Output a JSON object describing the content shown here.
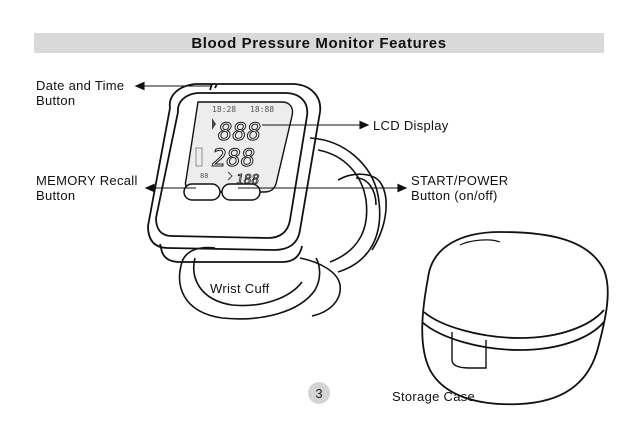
{
  "title": "Blood Pressure Monitor Features",
  "labels": {
    "date_time_line1": "Date and Time",
    "date_time_line2": "Button",
    "lcd": "LCD Display",
    "memory_line1": "MEMORY Recall",
    "memory_line2": "Button",
    "start_line1": "START/POWER",
    "start_line2": "Button (on/off)",
    "wrist_cuff": "Wrist Cuff",
    "storage_case": "Storage Case"
  },
  "lcd_readout": {
    "top_left": "18:28",
    "top_right": "18:88",
    "systolic": "888",
    "diastolic": "288",
    "small_left": "88",
    "pulse": "188"
  },
  "page_number": "3"
}
